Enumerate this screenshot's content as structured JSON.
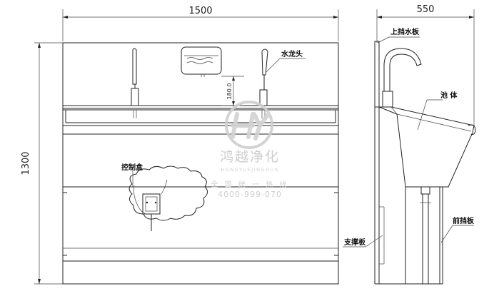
{
  "dimensions": {
    "front_width": "1500",
    "side_width": "550",
    "height": "1300",
    "faucet_offset": "180.0"
  },
  "labels": {
    "upper_splash": "上挡水板",
    "faucet": "水龙头",
    "basin": "池 体",
    "control_box": "控制盒",
    "support_panel": "支撑板",
    "front_panel": "前挡板"
  },
  "watermark": {
    "brand_cn": "鸿越净化",
    "brand_en": "HONGYUEJINGHUA",
    "hotline_label": "全 国 统 一 热 线",
    "phone": "4000-999-070"
  }
}
